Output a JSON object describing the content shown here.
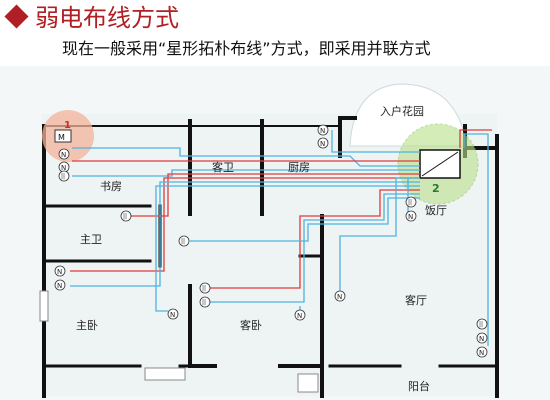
{
  "header": {
    "title": "弱电布线方式",
    "subtitle": "现在一般采用“星形拓朴布线”方式，即采用并联方式"
  },
  "plan": {
    "rooms": {
      "study": "书房",
      "master_bath": "主卫",
      "master_bed": "主卧",
      "guest_bath": "客卫",
      "kitchen": "厨房",
      "guest_bed": "客卧",
      "living": "客厅",
      "dining": "饭厅",
      "garden": "入户花园",
      "balcony": "阳台"
    },
    "markers": {
      "one": "1",
      "two": "2",
      "m": "M"
    },
    "socket_labels": {
      "network": "N",
      "phone": "||"
    },
    "colors": {
      "wall": "#111111",
      "cable_red": "#e23b3b",
      "cable_blue": "#4fb3e0",
      "floor": "#eef3f4",
      "highlight": "#f2b39a",
      "hub": "#b9e08a"
    }
  }
}
